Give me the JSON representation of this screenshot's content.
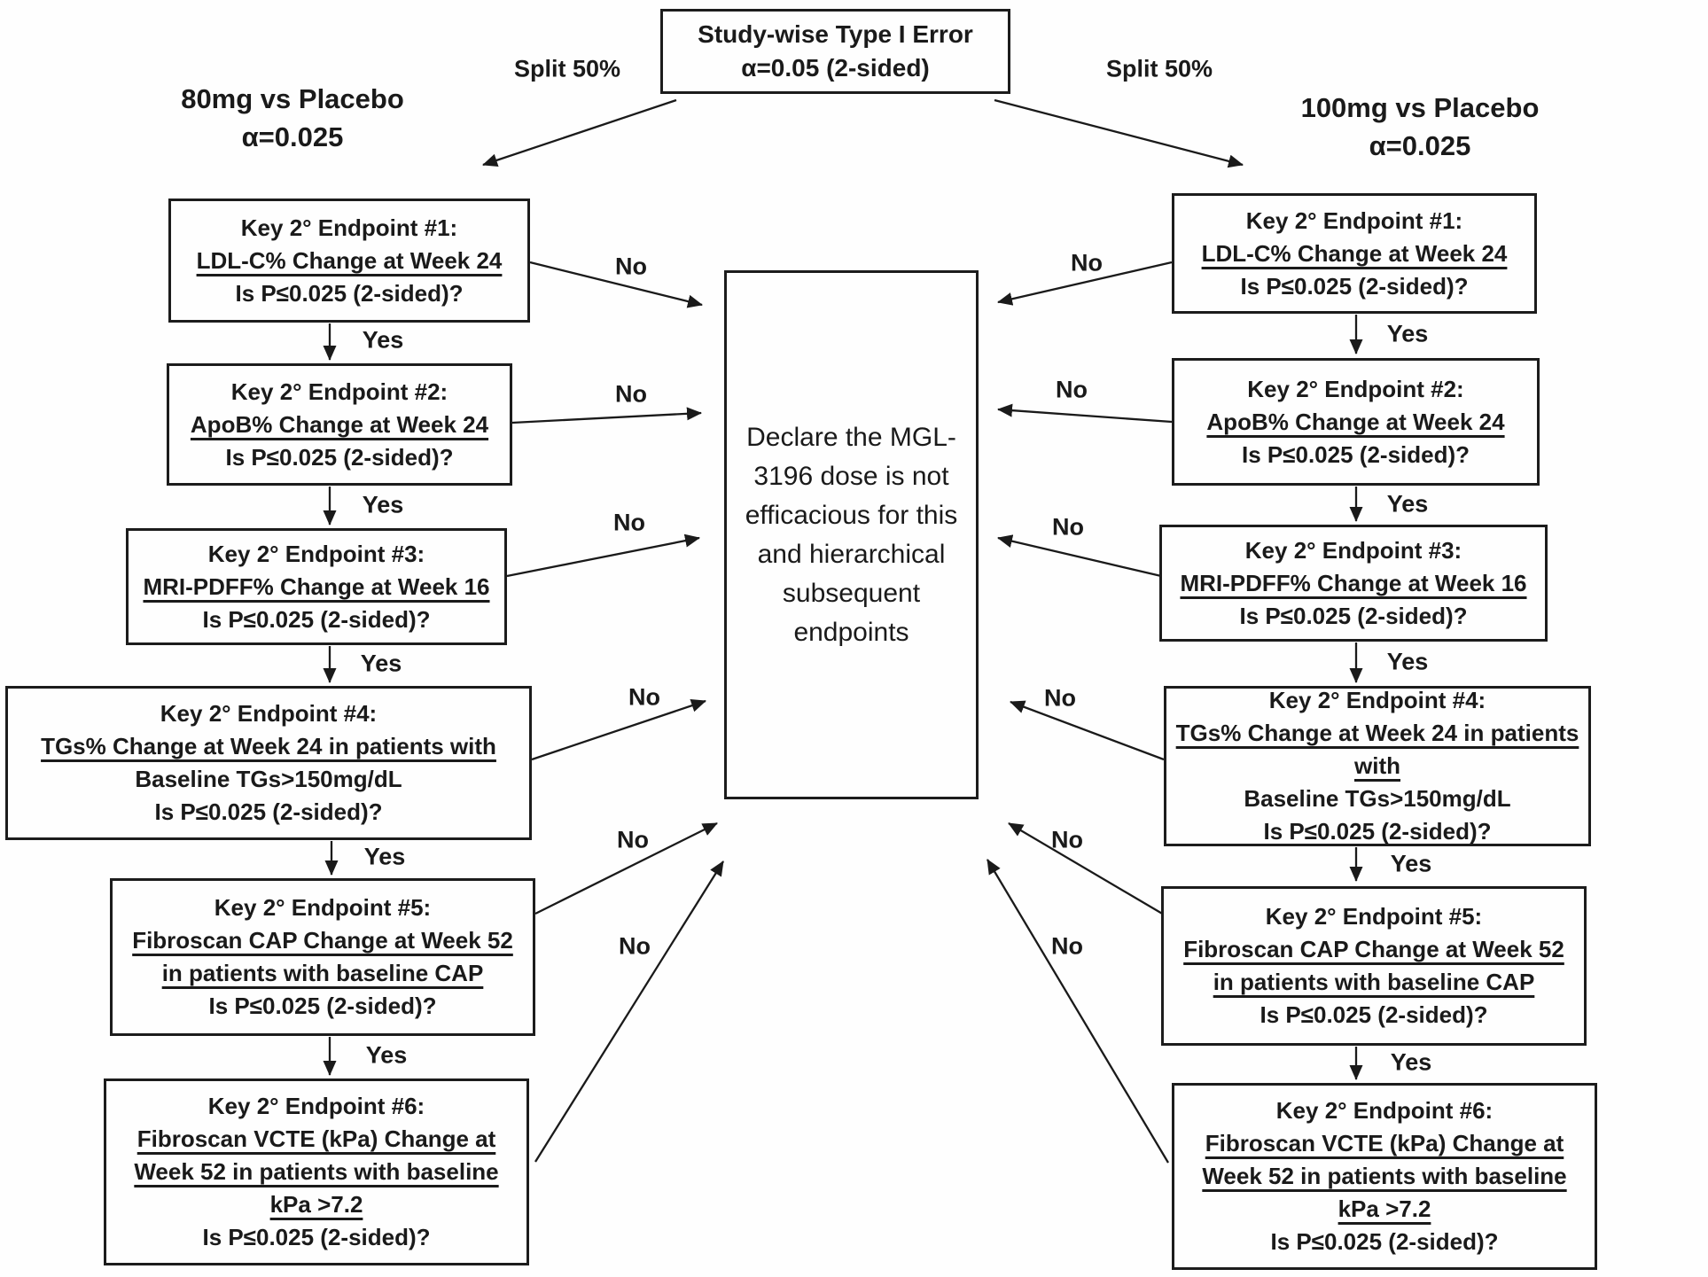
{
  "title_box": {
    "line1": "Study-wise Type I Error",
    "line2": "α=0.05 (2-sided)"
  },
  "labels": {
    "split": "Split 50%",
    "yes": "Yes",
    "no": "No"
  },
  "left_branch": {
    "header_line1": "80mg vs Placebo",
    "header_line2": "α=0.025"
  },
  "right_branch": {
    "header_line1": "100mg vs Placebo",
    "header_line2": "α=0.025"
  },
  "endpoints": [
    {
      "lines": [
        "Key 2° Endpoint #1:",
        "LDL-C% Change at Week 24",
        "Is P≤0.025 (2-sided)?"
      ]
    },
    {
      "lines": [
        "Key 2° Endpoint #2:",
        "ApoB% Change at Week 24",
        "Is P≤0.025 (2-sided)?"
      ]
    },
    {
      "lines": [
        "Key 2° Endpoint #3:",
        "MRI-PDFF% Change at Week 16",
        "Is P≤0.025 (2-sided)?"
      ]
    },
    {
      "lines": [
        "Key 2° Endpoint #4:",
        "TGs% Change at Week 24 in patients with",
        "Baseline TGs>150mg/dL",
        "Is P≤0.025 (2-sided)?"
      ]
    },
    {
      "lines": [
        "Key 2° Endpoint #5:",
        "Fibroscan CAP Change at Week 52",
        "in patients with baseline CAP",
        "Is P≤0.025 (2-sided)?"
      ]
    },
    {
      "lines": [
        "Key 2° Endpoint #6:",
        "Fibroscan VCTE (kPa) Change at",
        "Week 52 in patients with baseline",
        "kPa >7.2",
        "Is P≤0.025 (2-sided)?"
      ]
    }
  ],
  "terminal_box": {
    "lines": [
      "Declare the MGL-",
      "3196 dose is not",
      "efficacious for this",
      "and hierarchical",
      "subsequent",
      "endpoints"
    ]
  },
  "colors": {
    "ink": "#1a1a1a",
    "background": "#fefefe"
  }
}
